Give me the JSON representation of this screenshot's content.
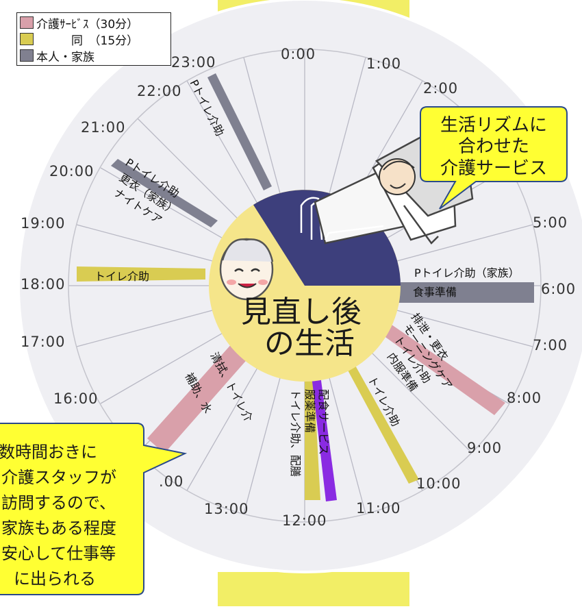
{
  "legend": [
    {
      "label": "介護ｻｰﾋﾞｽ（30分）",
      "color": "#d9a0aa"
    },
    {
      "label": "　　　同　（15分）",
      "color": "#d9cc52"
    },
    {
      "label": "本人・家族",
      "color": "#808090"
    }
  ],
  "hours": [
    "0:00",
    "1:00",
    "2:00",
    "5:00",
    "6:00",
    "7:00",
    "8:00",
    "9:00",
    "10:00",
    "11:00",
    "12:00",
    "13:00",
    ".00",
    "16:00",
    "17:00",
    "18:00",
    "19:00",
    "20:00",
    "21:00",
    "22:00",
    "23:00"
  ],
  "center": {
    "title_line1": "見直し後",
    "title_line2": "の生活"
  },
  "wedges": [
    {
      "label": "Pトイレ介助",
      "type": "family"
    },
    {
      "label": "Pトイレ介助",
      "type": "family"
    },
    {
      "label": "更衣（家族）",
      "type": "family"
    },
    {
      "label": "ナイトケア",
      "type": "family"
    },
    {
      "label": "トイレ介助",
      "type": "care15"
    },
    {
      "label": "清拭、トイレ介",
      "type": "care30"
    },
    {
      "label": "補助、水",
      "type": "care30"
    },
    {
      "label": "トイレ介助、配膳",
      "type": "care15"
    },
    {
      "label": "服薬準備",
      "type": "care15"
    },
    {
      "label": "配食サービス",
      "type": "meal"
    },
    {
      "label": "トイレ介助",
      "type": "care15"
    },
    {
      "label": "排泄・更衣",
      "type": "care30"
    },
    {
      "label": "モーニングケア",
      "type": "care30"
    },
    {
      "label": "トイレ介助",
      "type": "care30"
    },
    {
      "label": "内服準備",
      "type": "care30"
    },
    {
      "label": "Pトイレ介助（家族）",
      "type": "family"
    },
    {
      "label": "食事準備",
      "type": "family"
    }
  ],
  "callouts": {
    "top_right": [
      "生活リズムに",
      "合わせた",
      "介護サービス"
    ],
    "bottom_left": [
      "数時間おきに",
      "介護スタッフが",
      "訪問するので、",
      "家族もある程度",
      "安心して仕事等",
      "に出られる"
    ]
  },
  "colors": {
    "clock_face": "#efeff3",
    "sleep_sector": "#3d3f7c",
    "center_fill": "#f5e58a",
    "care30": "#d9a0aa",
    "care15": "#d9cc52",
    "family": "#7f8090",
    "meal": "#8a2be2",
    "callout_fill": "#ffff33",
    "axis_band": "#f2ee66"
  }
}
